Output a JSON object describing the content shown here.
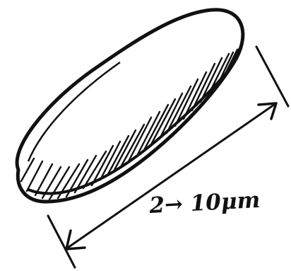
{
  "figure": {
    "subject": "elongated-ellipsoid-cell",
    "dimension": {
      "label": "2→ 10μm",
      "arrow_style": "double-headed"
    }
  },
  "colors": {
    "ink": "#111111",
    "background": "#ffffff"
  },
  "icons": {
    "range_arrow": "right-arrow-icon"
  }
}
